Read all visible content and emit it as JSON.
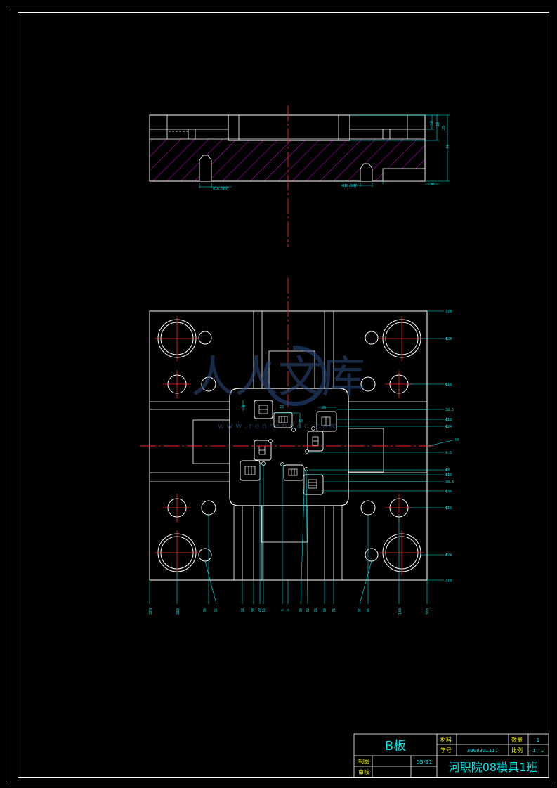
{
  "title_block": {
    "part_name": "B板",
    "material_label": "材料",
    "material_value": "",
    "quantity_label": "数量",
    "quantity_value": "1",
    "student_no_label": "学号",
    "student_no_value": "3008301117",
    "scale_label": "比例",
    "scale_value": "1：1",
    "drawn_label": "制图",
    "drawn_value": "",
    "checked_label": "审核",
    "sheet_no": "05/31",
    "school": "河职院08模具1班"
  },
  "watermark": {
    "text": "人人文库",
    "url": "w w w . r e n r e n d o c . c o m"
  },
  "colors": {
    "outline": "#ffffff",
    "dimension": "#00e5e5",
    "centerline": "#ff2020",
    "hatch": "#cc00cc",
    "title_text": "#ffff00"
  }
}
